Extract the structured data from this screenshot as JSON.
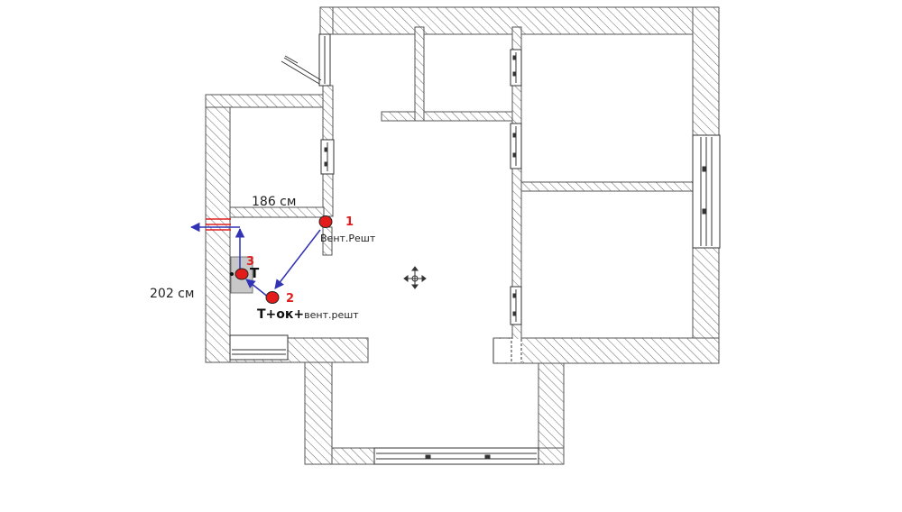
{
  "dimensions": {
    "width_label": "186 см",
    "height_label": "202 см"
  },
  "points": [
    {
      "number": "1",
      "caption": "Вент.Решт"
    },
    {
      "number": "2",
      "caption_main": "Т+ок+",
      "caption_sub": "вент.решт"
    },
    {
      "number": "3",
      "caption": "Т"
    }
  ],
  "colors": {
    "wall_hatch": "#555555",
    "marker_fill": "#e41b1b",
    "arrow": "#3232b4",
    "duct": "#e02020",
    "zone_fill": "#c8c8c8"
  },
  "icons": [
    "move-cursor-icon"
  ]
}
